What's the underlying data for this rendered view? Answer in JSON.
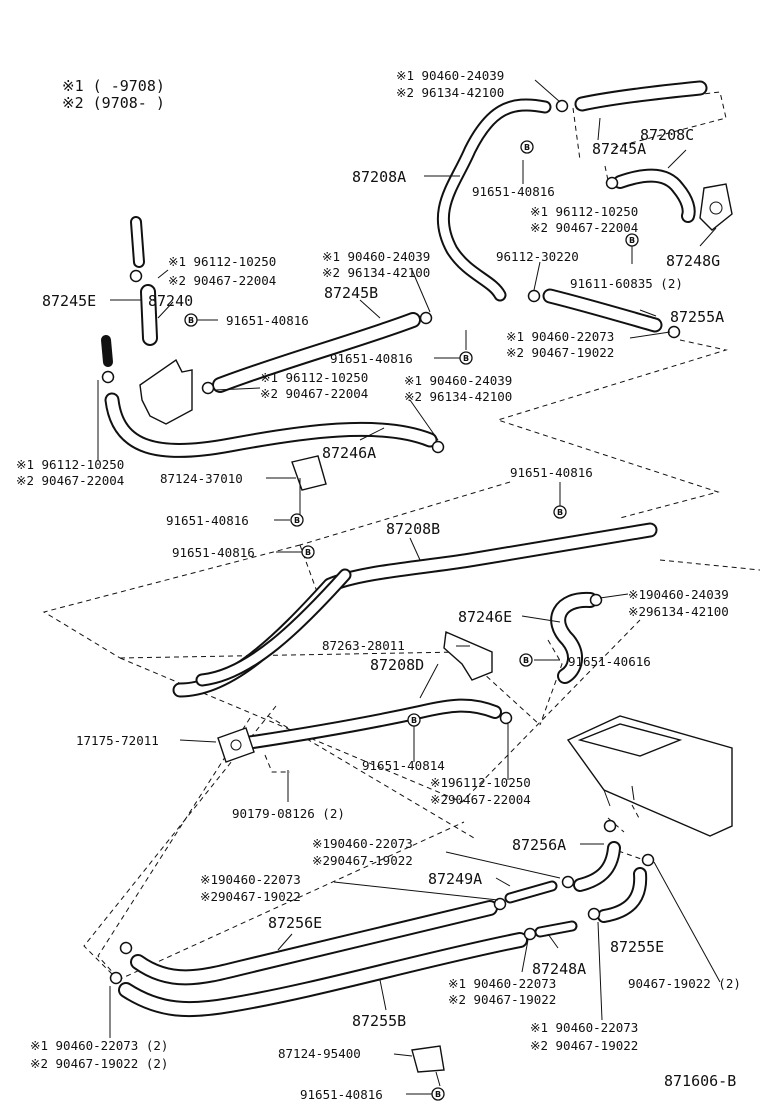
{
  "legend": {
    "note1": "※1 (      -9708)",
    "note2": "※2 (9708-      )"
  },
  "callouts": {
    "c_87208A": "87208A",
    "c_87245A": "87245A",
    "c_87208C": "87208C",
    "c_87248G": "87248G",
    "c_87245E": "87245E",
    "c_87240": "87240",
    "c_87245B": "87245B",
    "c_87255A": "87255A",
    "c_87246A": "87246A",
    "c_87208B": "87208B",
    "c_87246E": "87246E",
    "c_87208D": "87208D",
    "c_87256A": "87256A",
    "c_87249A": "87249A",
    "c_87256E": "87256E",
    "c_87255E": "87255E",
    "c_87248A": "87248A",
    "c_87255B": "87255B",
    "diagram_id": "871606-B"
  },
  "part_numbers": {
    "p01": "※1 90460-24039",
    "p02": "※2 96134-42100",
    "p03": "91651-40816",
    "p04": "※1 96112-10250",
    "p05": "※2 90467-22004",
    "p06": "91611-60835 (2)",
    "p07": "※1 96112-10250",
    "p08": "※2 90467-22004",
    "p09": "※1 90460-24039",
    "p10": "※2 96134-42100",
    "p11": "96112-30220",
    "p12": "91651-40816",
    "p13": "91651-40816",
    "p14": "※1 90460-22073",
    "p15": "※2 90467-19022",
    "p16": "※1 96112-10250",
    "p17": "※2 90467-22004",
    "p18": "※1 90460-24039",
    "p19": "※2 96134-42100",
    "p20": "※1 96112-10250",
    "p21": "※2 90467-22004",
    "p22": "87124-37010",
    "p23": "91651-40816",
    "p24": "91651-40816",
    "p25": "91651-40816",
    "p26": "※190460-24039",
    "p27": "※296134-42100",
    "p28": "87263-28011",
    "p29": "91651-40616",
    "p30": "17175-72011",
    "p31": "91651-40814",
    "p32": "※196112-10250",
    "p33": "※290467-22004",
    "p34": "90179-08126 (2)",
    "p35": "※190460-22073",
    "p36": "※290467-19022",
    "p37": "※190460-22073",
    "p38": "※290467-19022",
    "p39": "※1 90460-22073",
    "p40": "※2 90467-19022",
    "p41": "90467-19022 (2)",
    "p42": "※1 90460-22073",
    "p43": "※2 90467-19022",
    "p44": "※1 90460-22073 (2)",
    "p45": "※2 90467-19022 (2)",
    "p46": "87124-95400",
    "p47": "91651-40816"
  },
  "bolt_marker": "B"
}
